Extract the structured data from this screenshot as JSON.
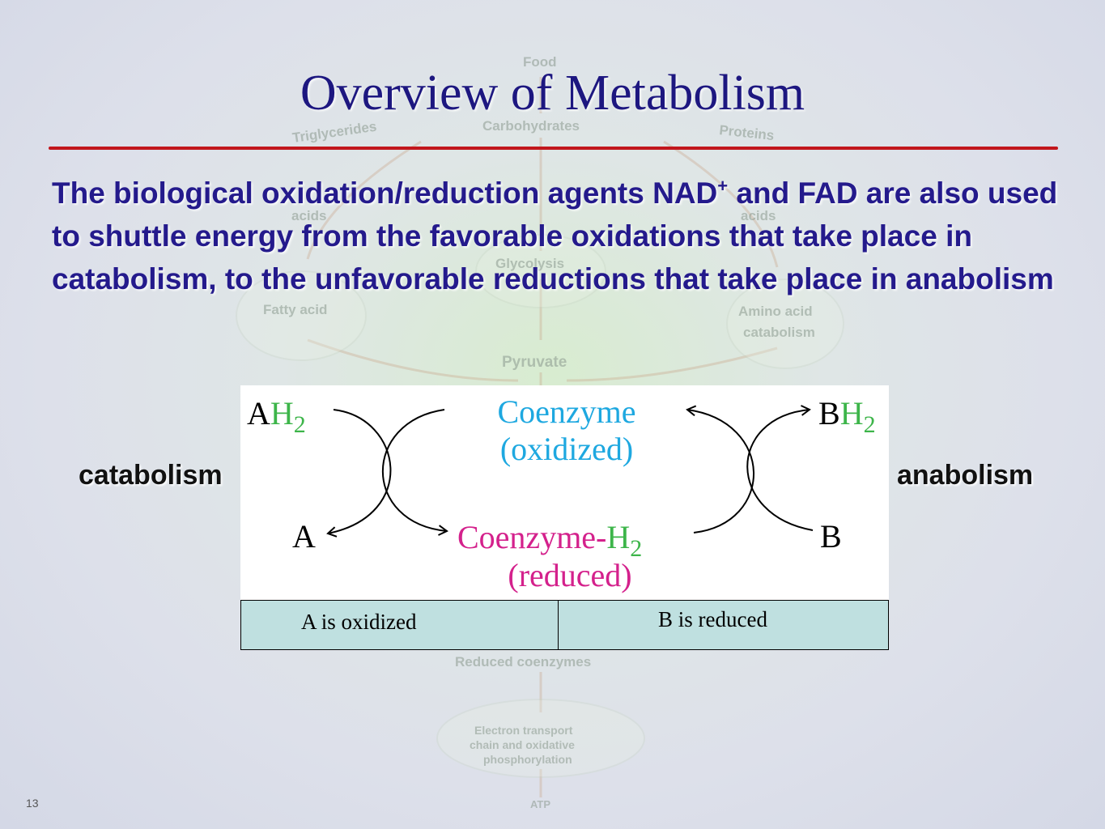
{
  "slide": {
    "title": "Overview of Metabolism",
    "body": {
      "part1": "The biological oxidation/reduction agents NAD",
      "sup": "+",
      "part2": " and FAD are also used to shuttle energy from the favorable oxidations that take place in catabolism, to the unfavorable reductions that take place in anabolism"
    },
    "left_label": "catabolism",
    "right_label": "anabolism",
    "slide_number": "13"
  },
  "background": {
    "labels": [
      "Food",
      "Carbohydrates",
      "Triglycerides",
      "Proteins",
      "acids",
      "acids",
      "Glycolysis",
      "Fatty acid",
      "Amino acid",
      "catabolism",
      "Pyruvate",
      "Reduced coenzymes",
      "Electron transport",
      "chain and oxidative",
      "phosphorylation",
      "ATP"
    ]
  },
  "figure": {
    "ah2_a": "A",
    "ah2_h": "H",
    "ah2_sub": "2",
    "bh2_b": "B",
    "bh2_h": "H",
    "bh2_sub": "2",
    "coenzyme_ox_1": "Coenzyme",
    "coenzyme_ox_2": "(oxidized)",
    "a_label": "A",
    "b_label": "B",
    "coenzyme_red_1": "Coenzyme-",
    "coenzyme_red_h": "H",
    "coenzyme_red_sub": "2",
    "coenzyme_red_2": "(reduced)",
    "caption_left": "A is oxidized",
    "caption_right": "B is reduced",
    "colors": {
      "h_green": "#3db54a",
      "oxidized_blue": "#1ea8e0",
      "reduced_magenta": "#d4218c",
      "caption_fill": "#bfe0e0"
    }
  }
}
